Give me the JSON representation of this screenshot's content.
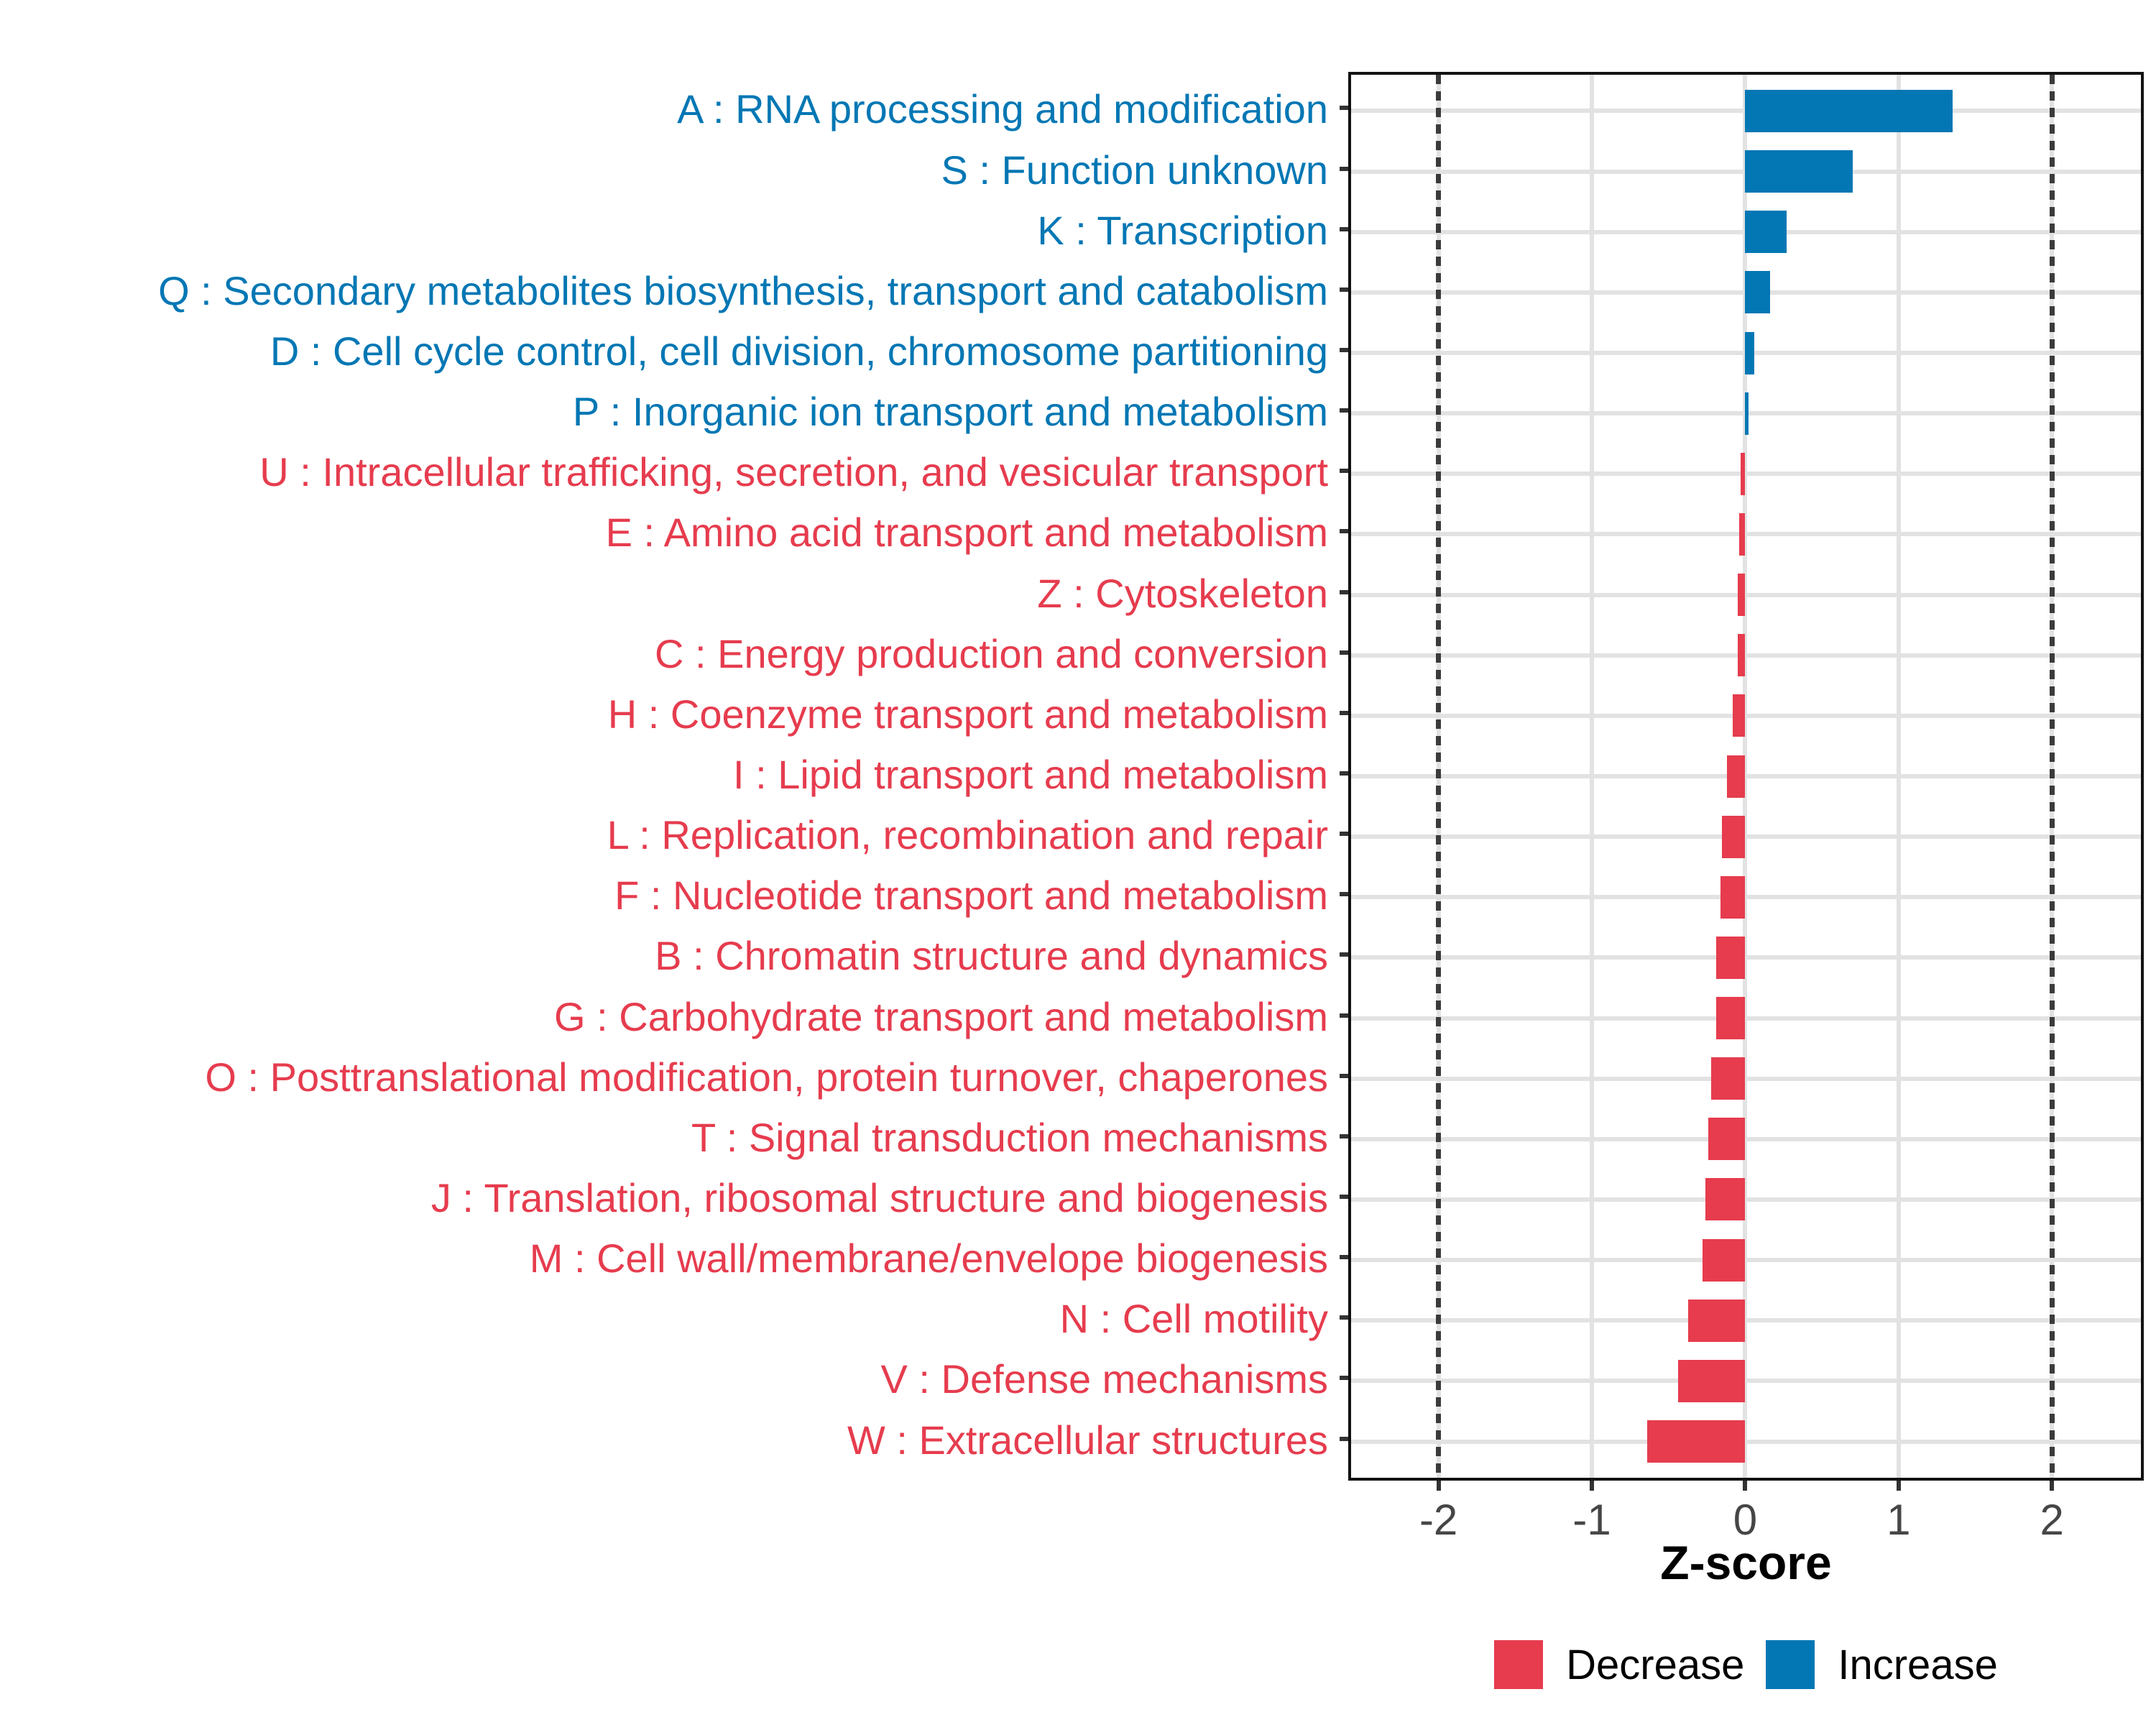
{
  "chart_data": {
    "type": "bar",
    "orientation": "horizontal",
    "title": "",
    "xlabel": "Z-score",
    "ylabel": "",
    "x_tick_labels": [
      "-2",
      "-1",
      "0",
      "1",
      "2"
    ],
    "x_tick_values": [
      -2,
      -1,
      0,
      1,
      2
    ],
    "x_range": [
      -2.57,
      2.58
    ],
    "reference_lines": [
      -2,
      2
    ],
    "grid": "major",
    "bar_width_fraction": 0.7,
    "group_colors": {
      "Decrease": "#e63c4e",
      "Increase": "#0377b4"
    },
    "legend": {
      "position": "bottom",
      "items": [
        {
          "label": "Decrease",
          "color": "#e63c4e"
        },
        {
          "label": "Increase",
          "color": "#0377b4"
        }
      ]
    },
    "categories": [
      {
        "label": "A : RNA processing and modification",
        "value": 1.35,
        "group": "Increase"
      },
      {
        "label": "S : Function unknown",
        "value": 0.7,
        "group": "Increase"
      },
      {
        "label": "K : Transcription",
        "value": 0.27,
        "group": "Increase"
      },
      {
        "label": "Q : Secondary metabolites biosynthesis, transport and catabolism",
        "value": 0.16,
        "group": "Increase"
      },
      {
        "label": "D : Cell cycle control, cell division, chromosome partitioning",
        "value": 0.06,
        "group": "Increase"
      },
      {
        "label": "P : Inorganic ion transport and metabolism",
        "value": 0.02,
        "group": "Increase"
      },
      {
        "label": "U : Intracellular trafficking, secretion, and vesicular transport",
        "value": -0.03,
        "group": "Decrease"
      },
      {
        "label": "E : Amino acid transport and metabolism",
        "value": -0.04,
        "group": "Decrease"
      },
      {
        "label": "Z : Cytoskeleton",
        "value": -0.05,
        "group": "Decrease"
      },
      {
        "label": "C : Energy production and conversion",
        "value": -0.05,
        "group": "Decrease"
      },
      {
        "label": "H : Coenzyme transport and metabolism",
        "value": -0.08,
        "group": "Decrease"
      },
      {
        "label": "I : Lipid transport and metabolism",
        "value": -0.12,
        "group": "Decrease"
      },
      {
        "label": "L : Replication, recombination and repair",
        "value": -0.15,
        "group": "Decrease"
      },
      {
        "label": "F : Nucleotide transport and metabolism",
        "value": -0.16,
        "group": "Decrease"
      },
      {
        "label": "B : Chromatin structure and dynamics",
        "value": -0.19,
        "group": "Decrease"
      },
      {
        "label": "G : Carbohydrate transport and metabolism",
        "value": -0.19,
        "group": "Decrease"
      },
      {
        "label": "O : Posttranslational modification, protein turnover, chaperones",
        "value": -0.22,
        "group": "Decrease"
      },
      {
        "label": "T : Signal transduction mechanisms",
        "value": -0.24,
        "group": "Decrease"
      },
      {
        "label": "J : Translation, ribosomal structure and biogenesis",
        "value": -0.26,
        "group": "Decrease"
      },
      {
        "label": "M : Cell wall/membrane/envelope biogenesis",
        "value": -0.28,
        "group": "Decrease"
      },
      {
        "label": "N : Cell motility",
        "value": -0.37,
        "group": "Decrease"
      },
      {
        "label": "V : Defense mechanisms",
        "value": -0.44,
        "group": "Decrease"
      },
      {
        "label": "W : Extracellular structures",
        "value": -0.64,
        "group": "Decrease"
      }
    ]
  }
}
